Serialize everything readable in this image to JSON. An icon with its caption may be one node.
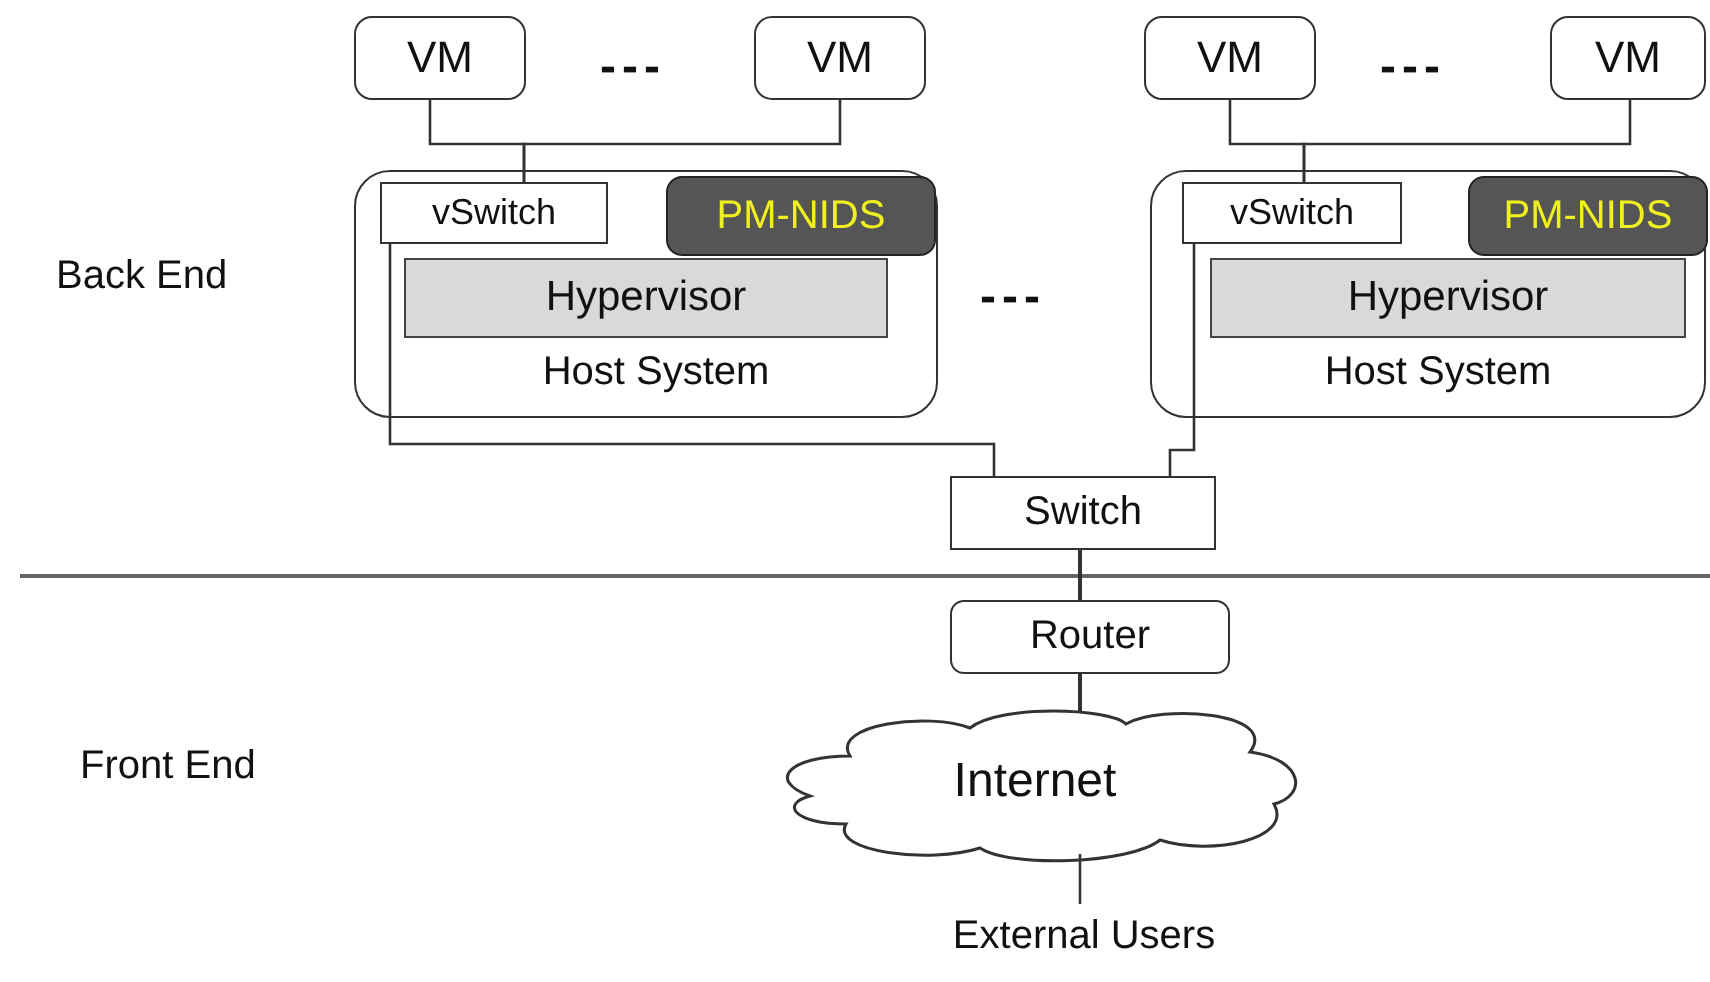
{
  "diagram": {
    "nodes": [
      {
        "text": [
          "VM"
        ]
      },
      {
        "text": [
          "VM"
        ]
      },
      {
        "text": [
          "Host System"
        ]
      },
      {
        "text": [
          "vSwitch"
        ],
        "in": 2
      },
      {
        "text": [
          "PM-NIDS"
        ],
        "in": 2
      },
      {
        "text": [
          "Hypervisor"
        ],
        "in": 2
      },
      {
        "text": [
          "VM"
        ]
      },
      {
        "text": [
          "VM"
        ]
      },
      {
        "text": [
          "Host System"
        ]
      },
      {
        "text": [
          "vSwitch"
        ],
        "in": 8
      },
      {
        "text": [
          "PM-NIDS"
        ],
        "in": 8
      },
      {
        "text": [
          "Hypervisor"
        ],
        "in": 8
      },
      {
        "text": [
          "Switch"
        ]
      },
      {
        "text": [
          "Router"
        ]
      },
      {
        "text": [
          "Internet"
        ]
      },
      {
        "text": [
          "External Users"
        ]
      }
    ],
    "edges": [
      {
        "from": 0,
        "to": 3,
        "arrow": "none"
      },
      {
        "from": 1,
        "to": 3,
        "arrow": "none"
      },
      {
        "from": 6,
        "to": 9,
        "arrow": "none"
      },
      {
        "from": 7,
        "to": 9,
        "arrow": "none"
      },
      {
        "from": 3,
        "to": 12,
        "arrow": "none"
      },
      {
        "from": 9,
        "to": 12,
        "arrow": "none"
      },
      {
        "from": 12,
        "to": 13,
        "arrow": "none"
      },
      {
        "from": 13,
        "to": 14,
        "arrow": "none"
      },
      {
        "from": 14,
        "to": 15,
        "arrow": "none"
      }
    ],
    "labels": [
      "---",
      "---",
      "Back End",
      "---",
      "Front End"
    ]
  }
}
